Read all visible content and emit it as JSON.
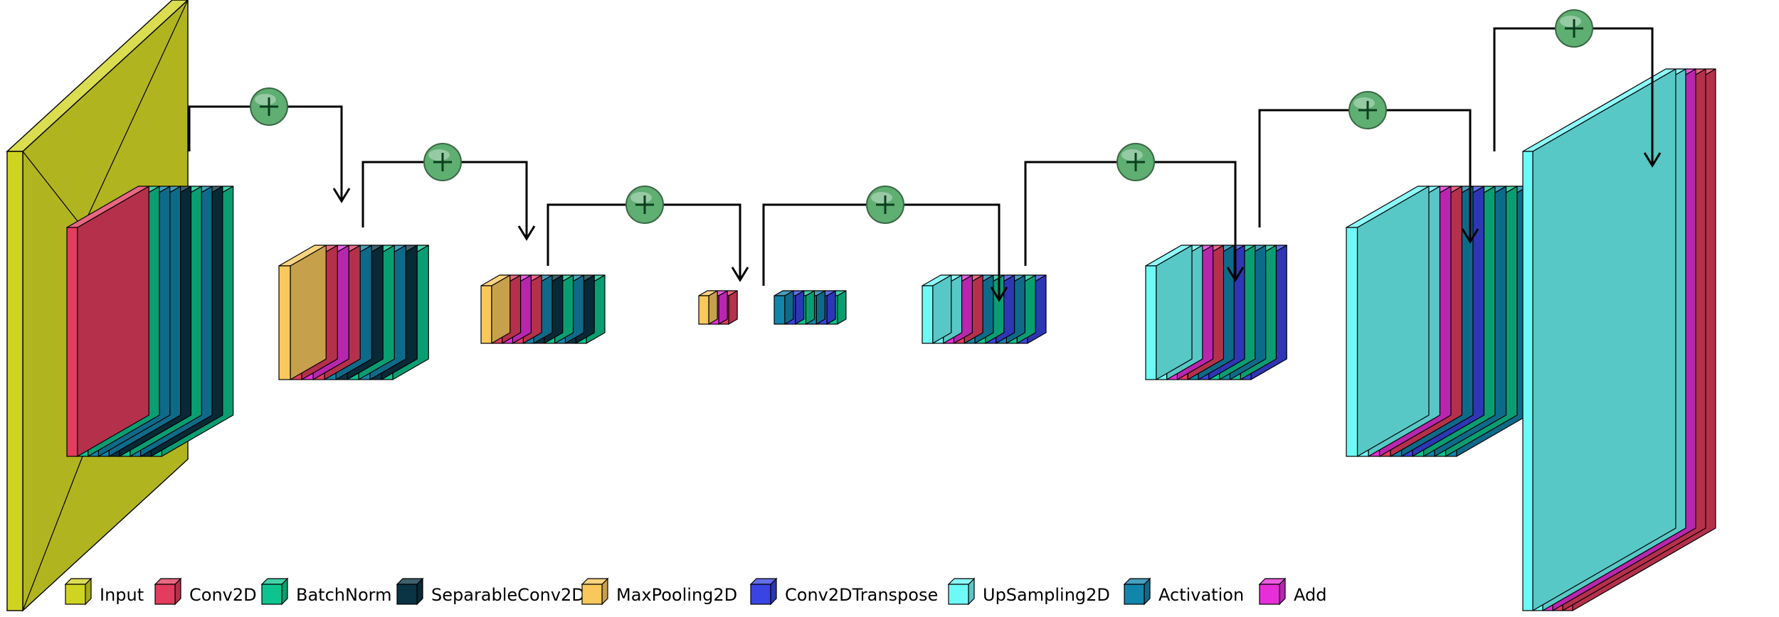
{
  "colors": {
    "Input": "#cfd423",
    "Conv2D": "#e23c5e",
    "BatchNorm": "#0dc48f",
    "SeparableConv2D": "#0a3344",
    "MaxPooling2D": "#f8c85c",
    "Conv2DTranspose": "#3a44e2",
    "UpSampling2D": "#6dfaf7",
    "Activation": "#1285ab",
    "Add": "#e62fd9",
    "connector": "#000000",
    "add_node": "#5fae72"
  },
  "legend": [
    {
      "name": "Input",
      "color": "#cfd423"
    },
    {
      "name": "Conv2D",
      "color": "#e23c5e"
    },
    {
      "name": "BatchNorm",
      "color": "#0dc48f"
    },
    {
      "name": "SeparableConv2D",
      "color": "#0a3344"
    },
    {
      "name": "MaxPooling2D",
      "color": "#f8c85c"
    },
    {
      "name": "Conv2DTranspose",
      "color": "#3a44e2"
    },
    {
      "name": "UpSampling2D",
      "color": "#6dfaf7"
    },
    {
      "name": "Activation",
      "color": "#1285ab"
    },
    {
      "name": "Add",
      "color": "#e62fd9"
    }
  ],
  "blocks": [
    {
      "name": "input-stage",
      "layers": [
        "Input"
      ]
    },
    {
      "name": "entry-block",
      "layers": [
        "Conv2D",
        "BatchNorm",
        "Activation",
        "Activation",
        "SeparableConv2D",
        "BatchNorm",
        "Activation",
        "SeparableConv2D",
        "BatchNorm"
      ]
    },
    {
      "name": "down-block-1",
      "layers": [
        "MaxPooling2D",
        "Conv2D",
        "Add",
        "Conv2D",
        "Activation",
        "SeparableConv2D",
        "BatchNorm",
        "Activation",
        "SeparableConv2D",
        "BatchNorm"
      ]
    },
    {
      "name": "down-block-2",
      "layers": [
        "MaxPooling2D",
        "Conv2D",
        "Add",
        "Conv2D",
        "Activation",
        "SeparableConv2D",
        "BatchNorm",
        "Activation",
        "SeparableConv2D",
        "BatchNorm"
      ]
    },
    {
      "name": "down-block-3",
      "layers": [
        "MaxPooling2D",
        "Add",
        "Conv2D"
      ]
    },
    {
      "name": "bottleneck",
      "layers": [
        "Activation",
        "Conv2DTranspose",
        "BatchNorm",
        "Activation",
        "Conv2DTranspose",
        "BatchNorm"
      ]
    },
    {
      "name": "up-block-1",
      "layers": [
        "UpSampling2D",
        "UpSampling2D",
        "Add",
        "Conv2D",
        "Activation",
        "BatchNorm",
        "Conv2DTranspose",
        "Activation",
        "BatchNorm",
        "Conv2DTranspose"
      ]
    },
    {
      "name": "up-block-2",
      "layers": [
        "UpSampling2D",
        "UpSampling2D",
        "Add",
        "Conv2D",
        "Activation",
        "Conv2DTranspose",
        "BatchNorm",
        "Activation",
        "BatchNorm",
        "Conv2DTranspose"
      ]
    },
    {
      "name": "up-block-3",
      "layers": [
        "UpSampling2D",
        "UpSampling2D",
        "Add",
        "Conv2D",
        "Activation",
        "Conv2DTranspose",
        "BatchNorm",
        "Activation",
        "BatchNorm",
        "Activation"
      ]
    },
    {
      "name": "up-block-4",
      "layers": [
        "UpSampling2D",
        "UpSampling2D",
        "Add",
        "Conv2D",
        "Conv2D"
      ]
    }
  ],
  "connections": [
    {
      "name": "residual-add-1"
    },
    {
      "name": "residual-add-2"
    },
    {
      "name": "residual-add-3"
    },
    {
      "name": "residual-add-4"
    },
    {
      "name": "residual-add-5"
    },
    {
      "name": "residual-add-6"
    },
    {
      "name": "residual-add-7"
    }
  ]
}
